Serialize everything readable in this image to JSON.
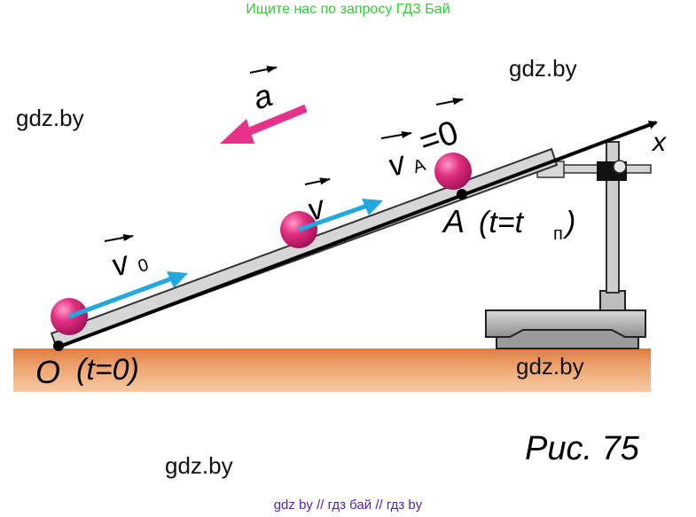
{
  "header": {
    "banner_text": "Ищите нас по запросу ГДЗ Бай"
  },
  "watermarks": [
    "gdz.by",
    "gdz.by",
    "gdz.by",
    "gdz.by"
  ],
  "figure": {
    "caption": "Рис. 75",
    "axis_label": "x",
    "acceleration_label": "a",
    "velocity_initial_label": "v",
    "velocity_initial_sub": "0",
    "velocity_mid_label": "v",
    "velocity_top_label": "v",
    "velocity_top_sub": "A",
    "velocity_top_value": "=0",
    "point_O_label": "O",
    "point_O_time": "(t=0)",
    "point_A_label": "A",
    "point_A_time_open": "(t=t",
    "point_A_time_sub": "п",
    "point_A_time_close": ")"
  },
  "colors": {
    "banner": "#33cc33",
    "footer": "#5522aa",
    "acceleration_arrow": "#e8318a",
    "velocity_arrow": "#22a8e0",
    "ground": "#e8955a",
    "ball": "#e0307f",
    "incline": "#c9c9c9"
  },
  "footer": {
    "text": "gdz by  //  гдз бай  //  гдз by"
  }
}
